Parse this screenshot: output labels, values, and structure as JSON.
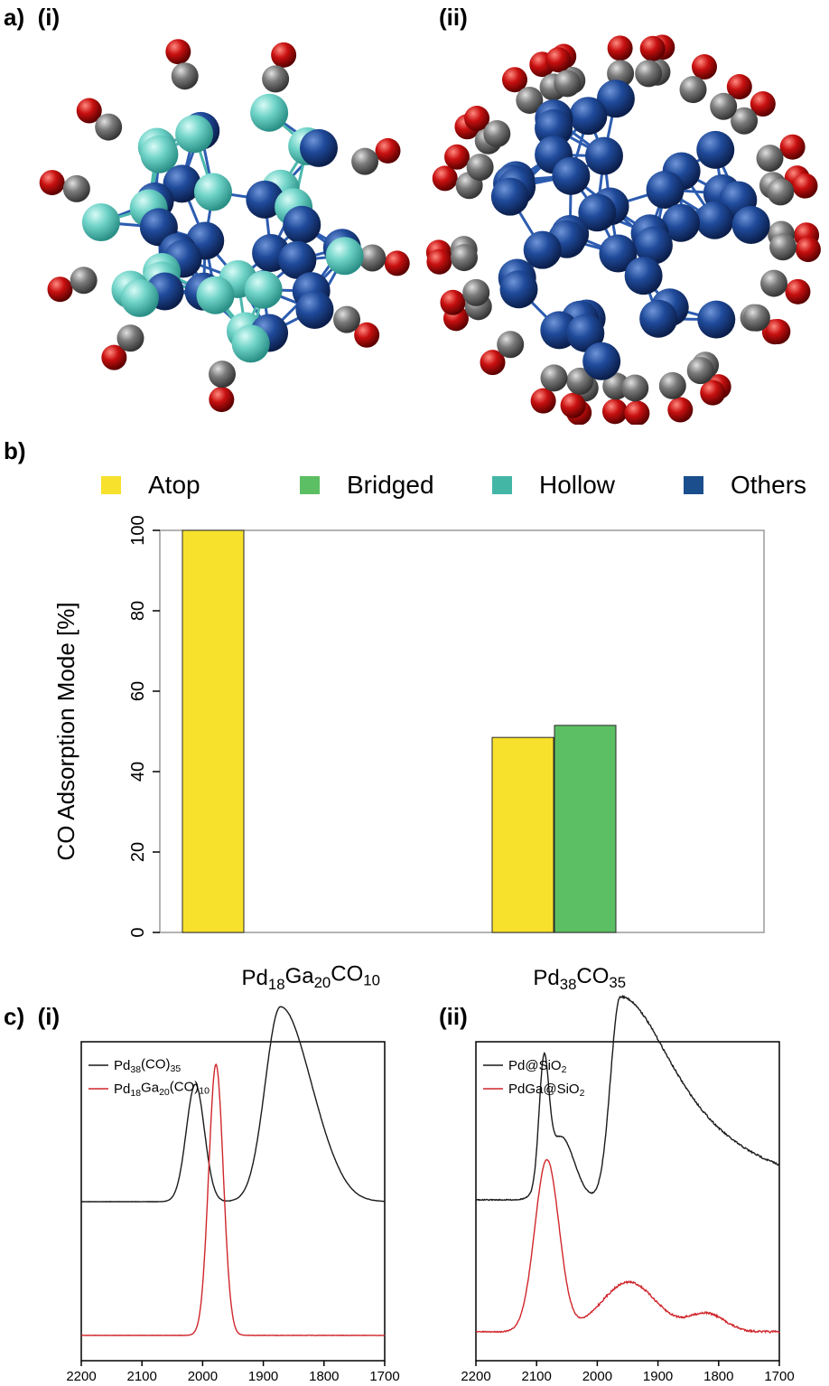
{
  "panels": {
    "a": "a)",
    "a_i": "(i)",
    "a_ii": "(ii)",
    "b": "b)",
    "c": "c)",
    "c_i": "(i)",
    "c_ii": "(ii)"
  },
  "colors": {
    "atop": "#f8e12c",
    "bridged": "#5cbf63",
    "hollow": "#43b6a6",
    "others": "#1a4e8c",
    "pd_atom": "#1f4a9a",
    "ga_atom": "#6fd3c8",
    "c_atom": "#7a7a7a",
    "o_atom": "#c81010",
    "spectrum_black": "#1a1a1a",
    "spectrum_red": "#d0262b"
  },
  "chart_data": [
    {
      "type": "bar",
      "legend": [
        "Atop",
        "Bridged",
        "Hollow",
        "Others"
      ],
      "legend_position": "top",
      "categories": [
        "Pd18Ga20CO10",
        "Pd38CO35"
      ],
      "series": [
        {
          "name": "Atop",
          "values": [
            100,
            48.5
          ]
        },
        {
          "name": "Bridged",
          "values": [
            0,
            51.5
          ]
        },
        {
          "name": "Hollow",
          "values": [
            0,
            0
          ]
        },
        {
          "name": "Others",
          "values": [
            0,
            0
          ]
        }
      ],
      "ylabel": "CO Adsorption Mode [%]",
      "ylim": [
        0,
        100
      ],
      "yticks": [
        0,
        20,
        40,
        60,
        80,
        100
      ],
      "grid": false
    },
    {
      "type": "line",
      "panel": "c (i)",
      "xlim": [
        2200,
        1700
      ],
      "xticks": [
        2200,
        2100,
        2000,
        1900,
        1800,
        1700
      ],
      "series": [
        {
          "name": "Pd38(CO)35",
          "peaks_x": [
            2012,
            1872
          ]
        },
        {
          "name": "Pd18Ga20(CO)10",
          "peaks_x": [
            1978
          ]
        }
      ],
      "legend_position": "top-left"
    },
    {
      "type": "line",
      "panel": "c (ii)",
      "xlim": [
        2200,
        1700
      ],
      "xticks": [
        2200,
        2100,
        2000,
        1900,
        1800,
        1700
      ],
      "series": [
        {
          "name": "Pd@SiO2",
          "peaks_x": [
            2088,
            1962
          ]
        },
        {
          "name": "PdGa@SiO2",
          "peaks_x": [
            2083,
            1948
          ]
        }
      ],
      "legend_position": "top-left"
    }
  ]
}
